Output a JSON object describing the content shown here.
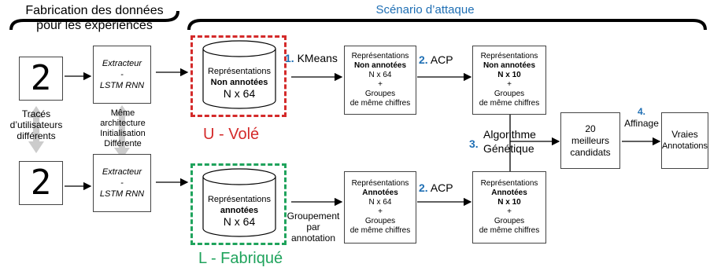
{
  "headers": {
    "left_line1": "Fabrication des données",
    "left_line2": "pour les expériences",
    "right": "Scénario d’attaque"
  },
  "digit_char": "2",
  "traces_label": [
    "Tracés",
    "d’utilisateurs",
    "différents"
  ],
  "arch_label": [
    "Même",
    "architecture",
    "Initialisation",
    "Différente"
  ],
  "extractor": {
    "line1": "Extracteur",
    "line2": "-",
    "line3": "LSTM RNN"
  },
  "cyl_top": {
    "line1": "Représentations",
    "line2": "Non annotées",
    "line3": "N x 64"
  },
  "cyl_bottom": {
    "line1": "Représentations",
    "line2": "annotées",
    "line3": "N x 64"
  },
  "name_top": "U - Volé",
  "name_bottom": "L - Fabriqué",
  "step1": {
    "num": "1.",
    "label": "KMeans"
  },
  "step2a": {
    "num": "2.",
    "label": "ACP"
  },
  "step2b": {
    "num": "2.",
    "label": "ACP"
  },
  "step3": {
    "num": "3.",
    "label_line1": "Algorithme",
    "label_line2": "Génétique"
  },
  "step4": {
    "num": "4.",
    "label": "Affinage"
  },
  "grouping": [
    "Groupement",
    "par",
    "annotation"
  ],
  "box_top_64": [
    "Représentations",
    "Non annotées",
    "N x 64",
    "+",
    "Groupes",
    "de même chiffres"
  ],
  "box_top_10": [
    "Représentations",
    "Non annotées",
    "N x 10",
    "+",
    "Groupes",
    "de même chiffres"
  ],
  "box_bot_64": [
    "Représentations",
    "Annotées",
    "N x 64",
    "+",
    "Groupes",
    "de même chiffres"
  ],
  "box_bot_10": [
    "Représentations",
    "Annotées",
    "N x 10",
    "+",
    "Groupes",
    "de même chiffres"
  ],
  "candidates": [
    "20",
    "meilleurs",
    "candidats"
  ],
  "result": [
    "Vraies",
    "Annotations"
  ],
  "colors": {
    "step": "#1f6fb4",
    "red": "#d42a2a",
    "green": "#1fa35c"
  }
}
